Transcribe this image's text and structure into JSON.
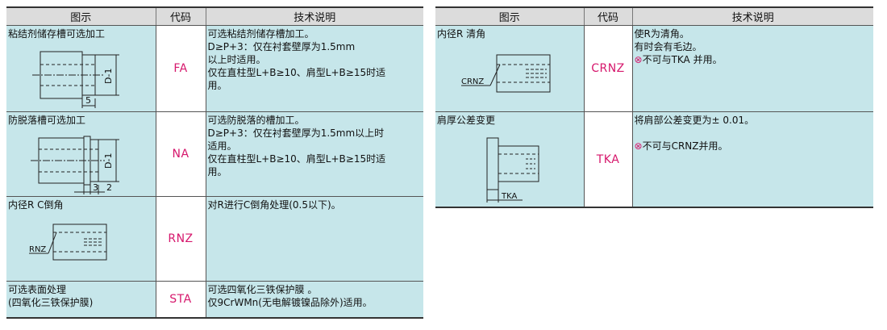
{
  "headers": {
    "figure": "图示",
    "code": "代码",
    "spec": "技术说明"
  },
  "left_rows": [
    {
      "name": "粘结剂储存槽可选加工",
      "code": "FA",
      "desc": [
        "可选粘结剂储存槽加工。",
        "D≥P+3：仅在衬套壁厚为1.5mm",
        "以上时适用。",
        "仅在直柱型L+B≥10、肩型L+B≥15时适",
        "用。"
      ],
      "dims": {
        "d": "D-1",
        "w": "5"
      }
    },
    {
      "name": "防脱落槽可选加工",
      "code": "NA",
      "desc": [
        "可选防脱落的槽加工。",
        "D≥P+3：仅在衬套壁厚为1.5mm以上时",
        "适用。",
        "仅在直柱型L+B≥10、肩型L+B≥15时适",
        "用。"
      ],
      "dims": {
        "d": "D-1",
        "a": "3",
        "b": "2"
      }
    },
    {
      "name": "内径R C倒角",
      "code": "RNZ",
      "desc": [
        "对R进行C倒角处理(0.5以下)。"
      ],
      "dims": {
        "label": "RNZ"
      }
    },
    {
      "name": [
        "可选表面处理",
        "(四氧化三铁保护膜)"
      ],
      "code": "STA",
      "desc": [
        "可选四氧化三铁保护膜 。",
        "仅9CrWMn(无电解镀镍品除外)适用。"
      ]
    }
  ],
  "right_rows": [
    {
      "name": "内径R 清角",
      "code": "CRNZ",
      "desc": [
        "使R为清角。",
        "有时会有毛边。"
      ],
      "note_mark": "⊗",
      "note": "不可与TKA 并用。",
      "dims": {
        "label": "CRNZ"
      }
    },
    {
      "name": "肩厚公差变更",
      "code": "TKA",
      "desc": [
        "将肩部公差变更为± 0.01。"
      ],
      "note_mark": "⊗",
      "note": "不可与CRNZ并用。",
      "dims": {
        "label": "TKA"
      }
    }
  ]
}
